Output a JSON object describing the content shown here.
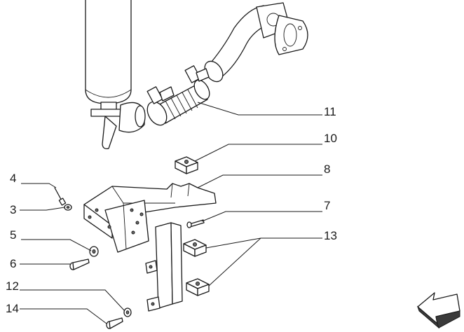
{
  "callouts": {
    "c1": "11",
    "c2": "10",
    "c3": "8",
    "c4": "7",
    "c5": "13",
    "c6": "4",
    "c7": "3",
    "c8": "5",
    "c9": "6",
    "c10": "12",
    "c11": "14"
  },
  "colors": {
    "line": "#1a1a1a",
    "shade": "#cfcfcf",
    "arrow_fill": "#3a3a3a"
  },
  "icons": {
    "orientation_arrow": "direction-arrow-icon"
  }
}
